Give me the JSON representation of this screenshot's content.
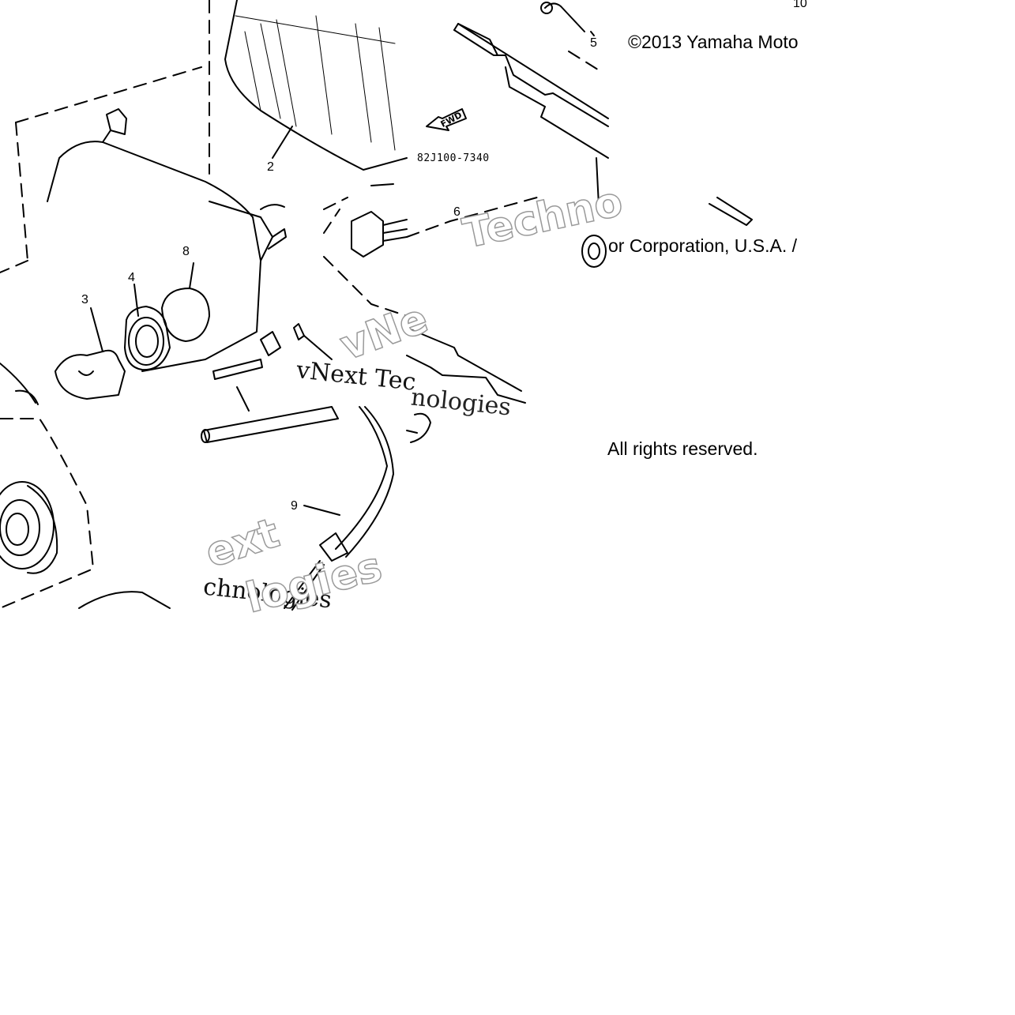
{
  "copyright": {
    "line1": "©2013 Yamaha Moto",
    "line2": "or Corporation, U.S.A. /",
    "line3": "All rights reserved."
  },
  "diagram": {
    "part_number": "82J100-7340",
    "fwd_label": "FWD",
    "callouts": [
      "2",
      "3",
      "4",
      "5",
      "6",
      "8",
      "9",
      "10"
    ]
  },
  "watermarks": {
    "techno": "Techno",
    "vnext_tec": "vNext Tec",
    "vne": "vNe",
    "nologies": "nologies",
    "ext": "ext",
    "chnologies": "chnologies",
    "logies": "logies"
  }
}
